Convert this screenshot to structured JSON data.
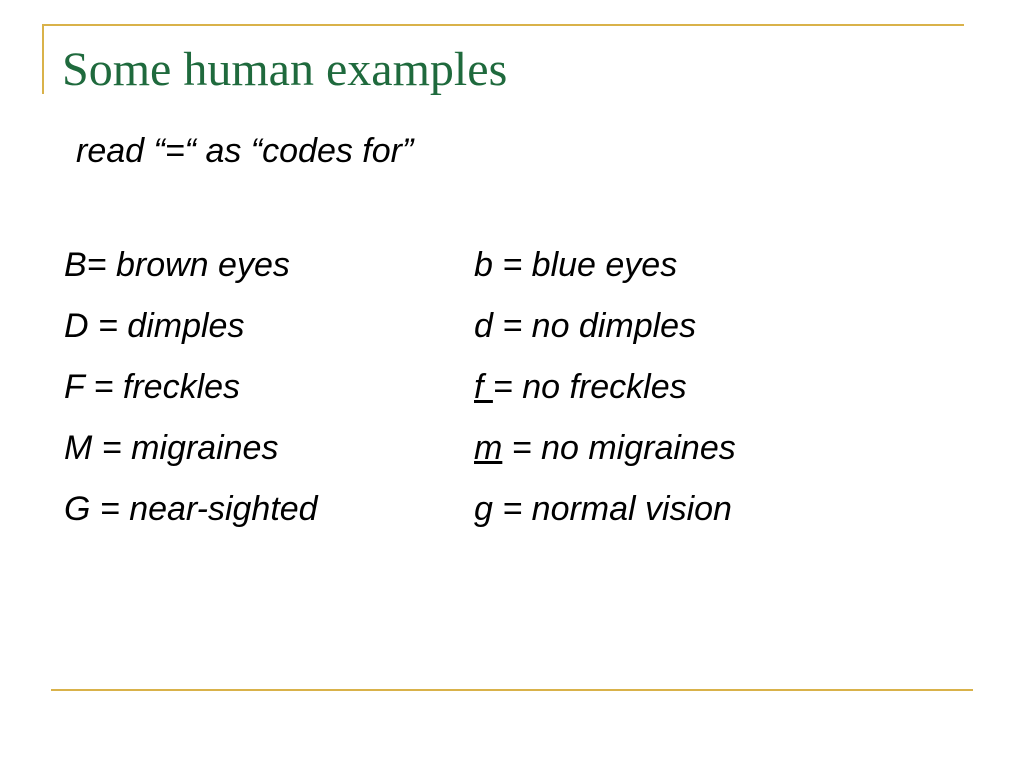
{
  "slide": {
    "title": "Some human examples",
    "subtitle": "read “=“ as “codes for”",
    "colors": {
      "title": "#1f6a3d",
      "accent_rule": "#d9b24a",
      "text": "#000000",
      "background": "#ffffff"
    },
    "rows": [
      {
        "dominant": "B= brown eyes",
        "recessive_symbol": "b",
        "recessive_rest": " = blue eyes",
        "symbol_underlined": false
      },
      {
        "dominant": "D = dimples",
        "recessive_symbol": "d",
        "recessive_rest": " = no dimples",
        "symbol_underlined": false
      },
      {
        "dominant": "F = freckles",
        "recessive_symbol": "f ",
        "recessive_rest": "= no freckles",
        "symbol_underlined": true
      },
      {
        "dominant": "M = migraines",
        "recessive_symbol": "m",
        "recessive_rest": " = no migraines",
        "symbol_underlined": true
      },
      {
        "dominant": "G = near-sighted",
        "recessive_symbol": "g",
        "recessive_rest": " = normal vision",
        "symbol_underlined": false
      }
    ]
  }
}
